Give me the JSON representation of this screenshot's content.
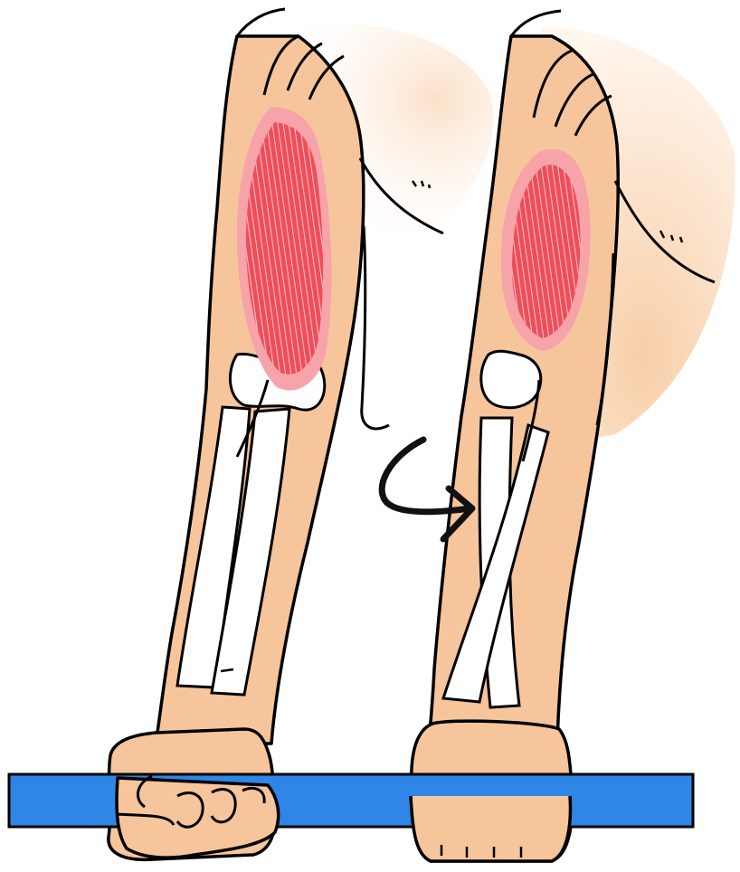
{
  "figure": {
    "panels": [
      {
        "id": "left-arm",
        "forearm_state": "supinated"
      },
      {
        "id": "right-arm",
        "forearm_state": "pronated"
      }
    ],
    "rotation_arrow": {
      "icon": "curved-arrow-icon",
      "direction": "rotate"
    }
  },
  "colors": {
    "skin": "#F7C59B",
    "skin_fade": "#FCE9DA",
    "bone": "#FFFFFF",
    "muscle": "#EE4E5A",
    "muscle_glow": "#F6A3AA",
    "bar": "#2F86E6",
    "outline": "#000000"
  }
}
